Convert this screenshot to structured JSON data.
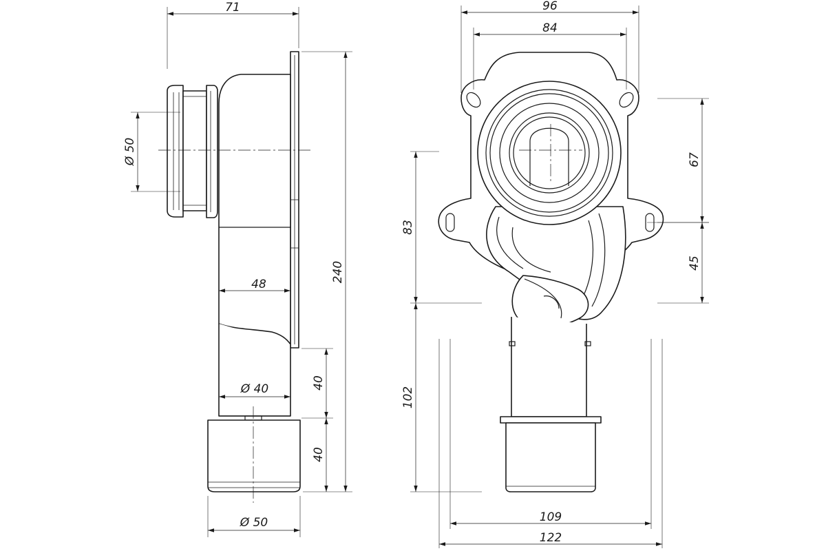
{
  "drawing": {
    "side_view": {
      "width_top": "71",
      "inlet_diameter": "Ø 50",
      "body_depth": "48",
      "total_height": "240",
      "pipe_diameter": "Ø 40",
      "pipe_segment_height": "40",
      "socket_height": "40",
      "outlet_diameter": "Ø 50"
    },
    "front_view": {
      "overall_width_top": "96",
      "hole_spacing": "84",
      "upper_height": "67",
      "lower_height": "45",
      "trap_height": "83",
      "outlet_height": "102",
      "base_width_inner": "109",
      "base_width_outer": "122"
    }
  }
}
